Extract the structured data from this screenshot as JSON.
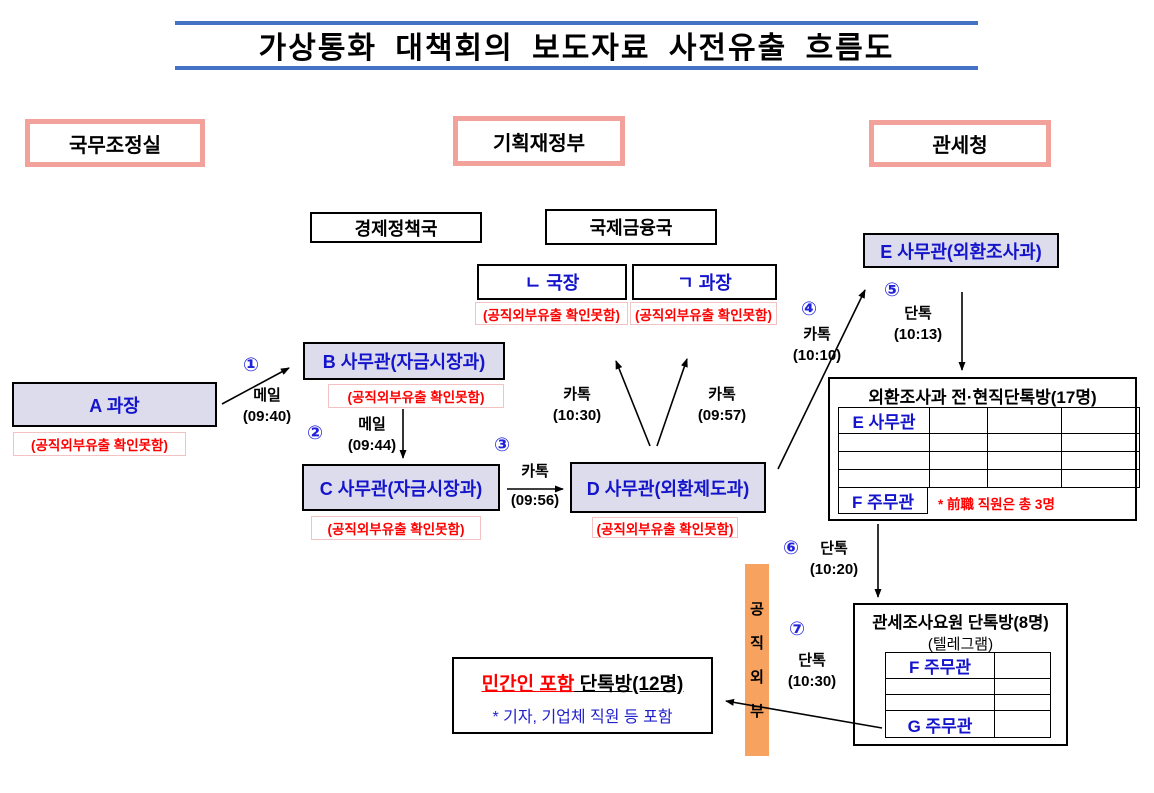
{
  "title": "가상통화 대책회의 보도자료 사전유출 흐름도",
  "colors": {
    "title_line_blue": "#4472C4",
    "person_text_blue": "#1414CC",
    "alert_red": "#FF0000",
    "org_border_pink": "#F2A19B",
    "person_fill": "#DCDCEC",
    "barrier_orange": "#F7A25F"
  },
  "org": {
    "pmo": "국무조정실",
    "moef": "기획재정부",
    "kcs": "관세청"
  },
  "dept": {
    "econ": "경제정책국",
    "intl": "국제금융국"
  },
  "person": {
    "a": "A 과장",
    "b": "B 사무관(자금시장과)",
    "c": "C 사무관(자금시장과)",
    "d": "D 사무관(외환제도과)",
    "e": "E 사무관(외환조사과)",
    "n": "ㄴ 국장",
    "g": "ㄱ 과장"
  },
  "note_unconfirmed": "(공직외부유출 확인못함)",
  "flow": {
    "f1": {
      "num": "①",
      "method": "메일",
      "time": "(09:40)"
    },
    "f2": {
      "num": "②",
      "method": "메일",
      "time": "(09:44)"
    },
    "f3": {
      "num": "③",
      "method": "카톡",
      "time": "(09:56)"
    },
    "f4": {
      "num": "④",
      "method": "카톡",
      "time": "(10:10)"
    },
    "f5": {
      "num": "⑤",
      "method": "단톡",
      "time": "(10:13)"
    },
    "f6": {
      "num": "⑥",
      "method": "단톡",
      "time": "(10:20)"
    },
    "f7": {
      "num": "⑦",
      "method": "단톡",
      "time": "(10:30)"
    },
    "d_to_n": {
      "method": "카톡",
      "time": "(10:30)"
    },
    "d_to_g": {
      "method": "카톡",
      "time": "(09:57)"
    }
  },
  "chatroom_fx": {
    "title": "외환조사과 전·현직단톡방(17명)",
    "member_top": "E 사무관",
    "member_bottom": "F 주무관",
    "note": "* 前職 직원은 총 3명"
  },
  "chatroom_customs": {
    "title": "관세조사요원 단톡방(8명)",
    "subtitle": "(텔레그램)",
    "member_top": "F 주무관",
    "member_bottom": "G 주무관"
  },
  "chatroom_private": {
    "title_highlight": "민간인 포함",
    "title_rest": " 단톡방(12명)",
    "note": "* 기자, 기업체 직원 등 포함"
  },
  "barrier": {
    "chars": [
      "공",
      "직",
      "외",
      "부"
    ]
  }
}
